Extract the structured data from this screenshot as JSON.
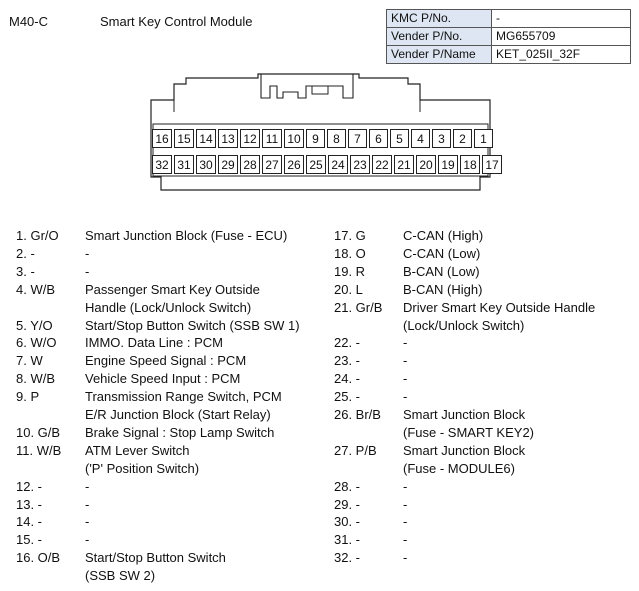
{
  "header": {
    "connector_code": "M40-C",
    "module_title": "Smart Key Control Module"
  },
  "part_table": [
    {
      "key": "KMC P/No.",
      "value": "-"
    },
    {
      "key": "Vender P/No.",
      "value": "MG655709"
    },
    {
      "key": "Vender P/Name",
      "value": "KET_025II_32F"
    }
  ],
  "connector": {
    "top_row": [
      "16",
      "15",
      "14",
      "13",
      "12",
      "11",
      "10",
      "9",
      "8",
      "7",
      "6",
      "5",
      "4",
      "3",
      "2",
      "1"
    ],
    "bottom_row": [
      "32",
      "31",
      "30",
      "29",
      "28",
      "27",
      "26",
      "25",
      "24",
      "23",
      "22",
      "21",
      "20",
      "19",
      "18",
      "17"
    ]
  },
  "left_pins": [
    {
      "pin": "1. Gr/O",
      "desc": [
        "Smart Junction Block (Fuse - ECU)"
      ]
    },
    {
      "pin": "2. -",
      "desc": [
        "-"
      ]
    },
    {
      "pin": "3. -",
      "desc": [
        "-"
      ]
    },
    {
      "pin": "4. W/B",
      "desc": [
        "Passenger Smart Key Outside",
        "Handle (Lock/Unlock Switch)"
      ]
    },
    {
      "pin": "5. Y/O",
      "desc": [
        "Start/Stop Button Switch (SSB SW 1)"
      ]
    },
    {
      "pin": "6. W/O",
      "desc": [
        "IMMO. Data Line : PCM"
      ]
    },
    {
      "pin": "7. W",
      "desc": [
        "Engine Speed Signal : PCM"
      ]
    },
    {
      "pin": "8. W/B",
      "desc": [
        "Vehicle Speed Input : PCM"
      ]
    },
    {
      "pin": "9. P",
      "desc": [
        "Transmission Range Switch, PCM",
        "E/R Junction Block (Start Relay)"
      ]
    },
    {
      "pin": "10. G/B",
      "desc": [
        "Brake Signal : Stop Lamp Switch"
      ]
    },
    {
      "pin": "11. W/B",
      "desc": [
        "ATM Lever Switch",
        "('P' Position Switch)"
      ]
    },
    {
      "pin": "12. -",
      "desc": [
        "-"
      ]
    },
    {
      "pin": "13. -",
      "desc": [
        "-"
      ]
    },
    {
      "pin": "14. -",
      "desc": [
        "-"
      ]
    },
    {
      "pin": "15. -",
      "desc": [
        "-"
      ]
    },
    {
      "pin": "16. O/B",
      "desc": [
        "Start/Stop Button Switch",
        "(SSB SW 2)"
      ]
    }
  ],
  "right_pins": [
    {
      "pin": "17. G",
      "desc": [
        "C-CAN (High)"
      ]
    },
    {
      "pin": "18. O",
      "desc": [
        "C-CAN (Low)"
      ]
    },
    {
      "pin": "19. R",
      "desc": [
        "B-CAN (Low)"
      ]
    },
    {
      "pin": "20. L",
      "desc": [
        "B-CAN (High)"
      ]
    },
    {
      "pin": "21. Gr/B",
      "desc": [
        "Driver Smart Key Outside Handle",
        "(Lock/Unlock Switch)"
      ]
    },
    {
      "pin": "22. -",
      "desc": [
        "-"
      ]
    },
    {
      "pin": "23. -",
      "desc": [
        "-"
      ]
    },
    {
      "pin": "24. -",
      "desc": [
        "-"
      ]
    },
    {
      "pin": "25. -",
      "desc": [
        "-"
      ]
    },
    {
      "pin": "26. Br/B",
      "desc": [
        "Smart Junction Block",
        "(Fuse - SMART KEY2)"
      ]
    },
    {
      "pin": "27. P/B",
      "desc": [
        "Smart Junction Block",
        "(Fuse - MODULE6)"
      ]
    },
    {
      "pin": "28. -",
      "desc": [
        "-"
      ]
    },
    {
      "pin": "29. -",
      "desc": [
        "-"
      ]
    },
    {
      "pin": "30. -",
      "desc": [
        "-"
      ]
    },
    {
      "pin": "31. -",
      "desc": [
        "-"
      ]
    },
    {
      "pin": "32. -",
      "desc": [
        "-"
      ]
    }
  ]
}
